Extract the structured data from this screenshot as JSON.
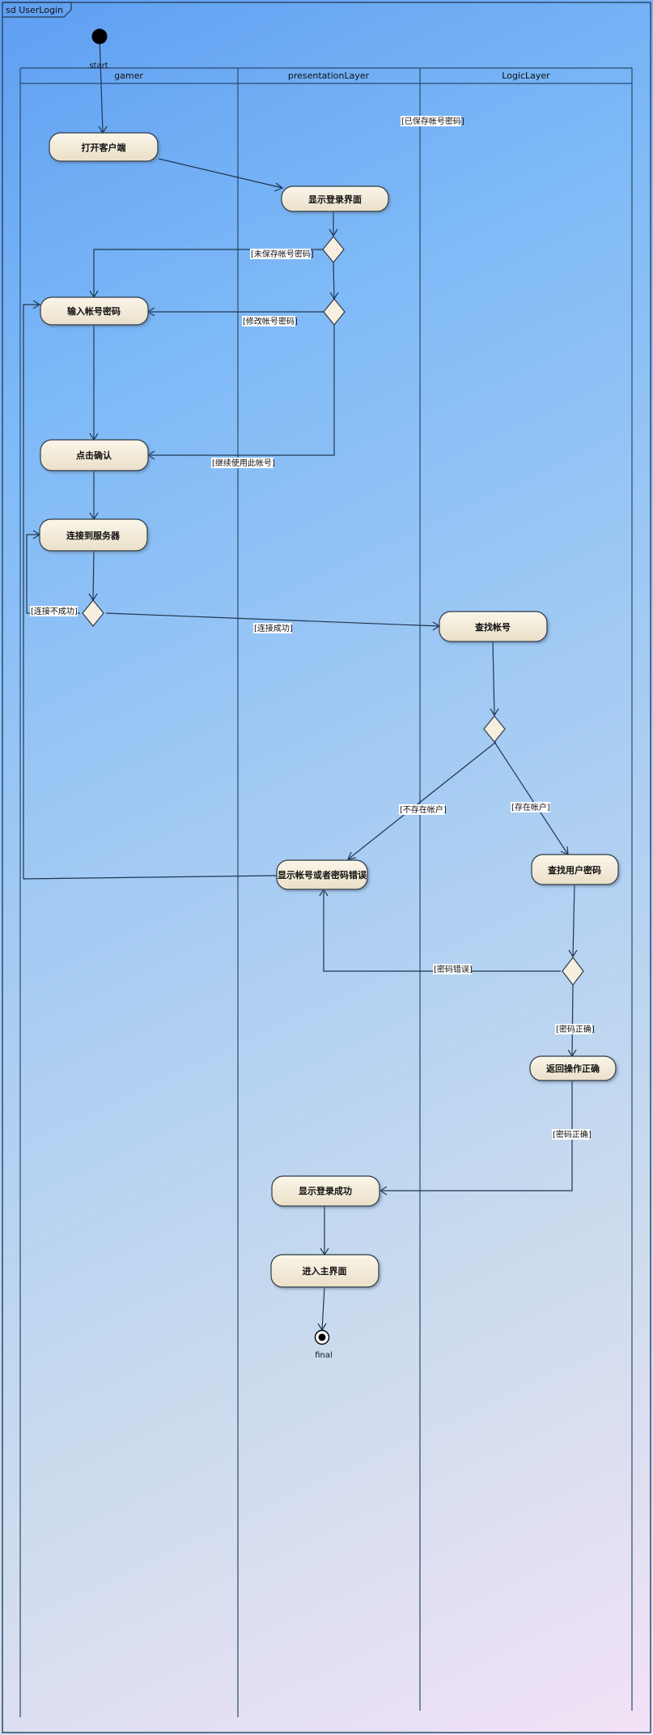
{
  "diagram": {
    "frame_label": "sd UserLogin",
    "lanes": [
      {
        "id": "gamer",
        "label": "gamer"
      },
      {
        "id": "presentation",
        "label": "presentationLayer"
      },
      {
        "id": "logic",
        "label": "LogicLayer"
      }
    ],
    "start_label": "start",
    "final_label": "final",
    "nodes": [
      {
        "id": "open_client",
        "label": "打开客户端"
      },
      {
        "id": "show_login",
        "label": "显示登录界面"
      },
      {
        "id": "input_account",
        "label": "输入帐号密码"
      },
      {
        "id": "click_confirm",
        "label": "点击确认"
      },
      {
        "id": "connect_server",
        "label": "连接到服务器"
      },
      {
        "id": "find_account",
        "label": "查找帐号"
      },
      {
        "id": "show_error",
        "label": "显示帐号或者密码错误"
      },
      {
        "id": "find_password",
        "label": "查找用户密码"
      },
      {
        "id": "return_ok",
        "label": "返回操作正确"
      },
      {
        "id": "show_success",
        "label": "显示登录成功"
      },
      {
        "id": "enter_main",
        "label": "进入主界面"
      }
    ],
    "guards": {
      "saved": "[已保存帐号密码]",
      "not_saved": "[未保存帐号密码]",
      "modify": "[修改帐号密码]",
      "continue": "[继续使用此帐号]",
      "conn_fail": "[连接不成功]",
      "conn_ok": "[连接成功]",
      "no_account": "[不存在帐户]",
      "has_account": "[存在帐户]",
      "pwd_wrong": "[密码错误]",
      "pwd_ok_1": "[密码正确]",
      "pwd_ok_2": "[密码正确]"
    }
  }
}
